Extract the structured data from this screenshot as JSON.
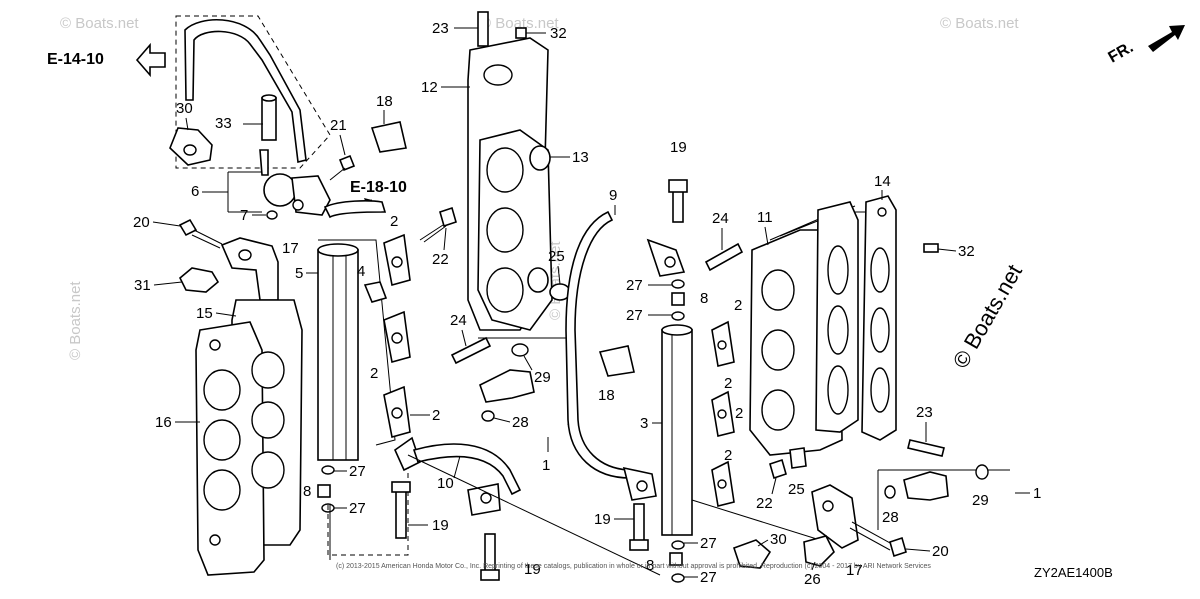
{
  "refs": {
    "e14": "E-14-10",
    "e18": "E-18-10",
    "fr": "FR."
  },
  "diagram_code": "ZY2AE1400B",
  "watermark_text": "© Boats.net",
  "copyright_line": "(c) 2013-2015 American Honda Motor Co., Inc. Reprinting of these catalogs, publication in whole or in part without approval is prohibited. Reproduction (c) 2004 - 2017 by ARI Network Services",
  "callouts": {
    "c1a": "1",
    "c1b": "1",
    "c2a": "2",
    "c2b": "2",
    "c2c": "2",
    "c2d": "2",
    "c2e": "2",
    "c2f": "2",
    "c2g": "2",
    "c3": "3",
    "c4": "4",
    "c5": "5",
    "c6": "6",
    "c7": "7",
    "c8a": "8",
    "c8b": "8",
    "c8c": "8",
    "c9": "9",
    "c10": "10",
    "c11": "11",
    "c12": "12",
    "c13": "13",
    "c14": "14",
    "c15": "15",
    "c16": "16",
    "c17a": "17",
    "c17b": "17",
    "c18a": "18",
    "c18b": "18",
    "c19a": "19",
    "c19b": "19",
    "c19c": "19",
    "c19d": "19",
    "c20a": "20",
    "c20b": "20",
    "c21": "21",
    "c22a": "22",
    "c22b": "22",
    "c23a": "23",
    "c23b": "23",
    "c24a": "24",
    "c24b": "24",
    "c25a": "25",
    "c25b": "25",
    "c26": "26",
    "c27a": "27",
    "c27b": "27",
    "c27c": "27",
    "c27d": "27",
    "c27e": "27",
    "c27f": "27",
    "c28a": "28",
    "c28b": "28",
    "c29a": "29",
    "c29b": "29",
    "c30a": "30",
    "c30b": "30",
    "c31": "31",
    "c32a": "32",
    "c32b": "32",
    "c33": "33"
  },
  "icons": [
    "left-arrow-icon",
    "front-direction-arrow-icon"
  ]
}
